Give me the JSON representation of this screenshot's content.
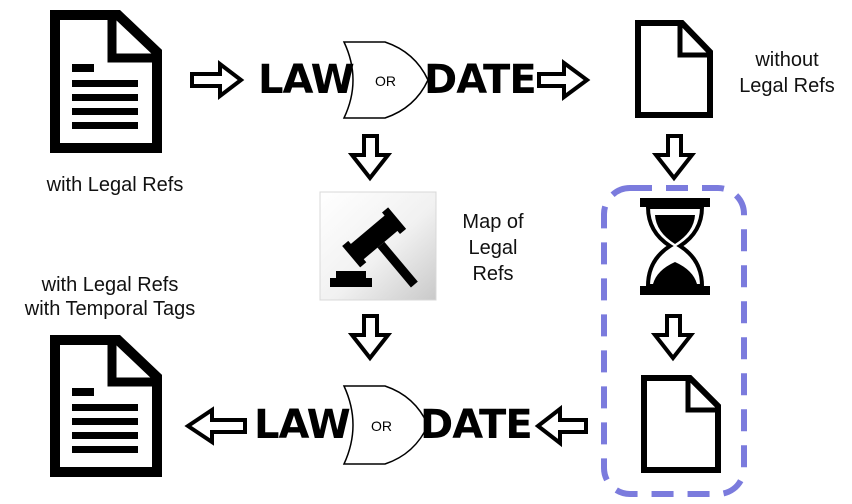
{
  "colors": {
    "ink": "#000000",
    "dash": "#7b7bdd",
    "background": "#ffffff"
  },
  "top_flow": {
    "input_label": "with Legal Refs",
    "law": "LAW",
    "or": "OR",
    "date": "DATE",
    "output_label": [
      "without",
      "Legal Refs"
    ]
  },
  "middle": {
    "map_label": [
      "Map of",
      "Legal",
      "Refs"
    ]
  },
  "bottom_flow": {
    "law": "LAW",
    "or": "OR",
    "date": "DATE",
    "output_label": [
      "with Legal Refs",
      "with Temporal Tags"
    ]
  },
  "icons": [
    "document-icon",
    "gavel-icon",
    "hourglass-icon",
    "blank-document-icon",
    "arrow-icon",
    "or-gate-icon"
  ]
}
